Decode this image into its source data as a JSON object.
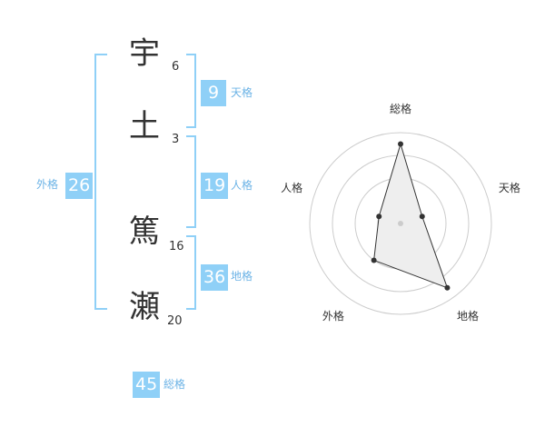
{
  "name": {
    "chars": [
      {
        "char": "宇",
        "strokes": "6"
      },
      {
        "char": "土",
        "strokes": "3"
      },
      {
        "char": "篤",
        "strokes": "16"
      },
      {
        "char": "瀬",
        "strokes": "20"
      }
    ]
  },
  "fortunes": {
    "tenkaku": {
      "value": "9",
      "label": "天格"
    },
    "jinkaku": {
      "value": "19",
      "label": "人格"
    },
    "chikaku": {
      "value": "36",
      "label": "地格"
    },
    "gaikaku": {
      "value": "26",
      "label": "外格"
    },
    "soukaku": {
      "value": "45",
      "label": "総格"
    }
  },
  "chart_data": {
    "type": "radar",
    "axes": [
      "総格",
      "天格",
      "地格",
      "外格",
      "人格"
    ],
    "values": [
      3.5,
      1,
      3.5,
      2,
      1
    ],
    "max": 4,
    "grid": true,
    "colors": {
      "stroke": "#333333",
      "fill": "#eeeeee",
      "grid": "#cccccc"
    }
  },
  "colors": {
    "badge": "#8fd0f7",
    "label": "#6cb3e6",
    "bracket": "#8fd0f7"
  }
}
